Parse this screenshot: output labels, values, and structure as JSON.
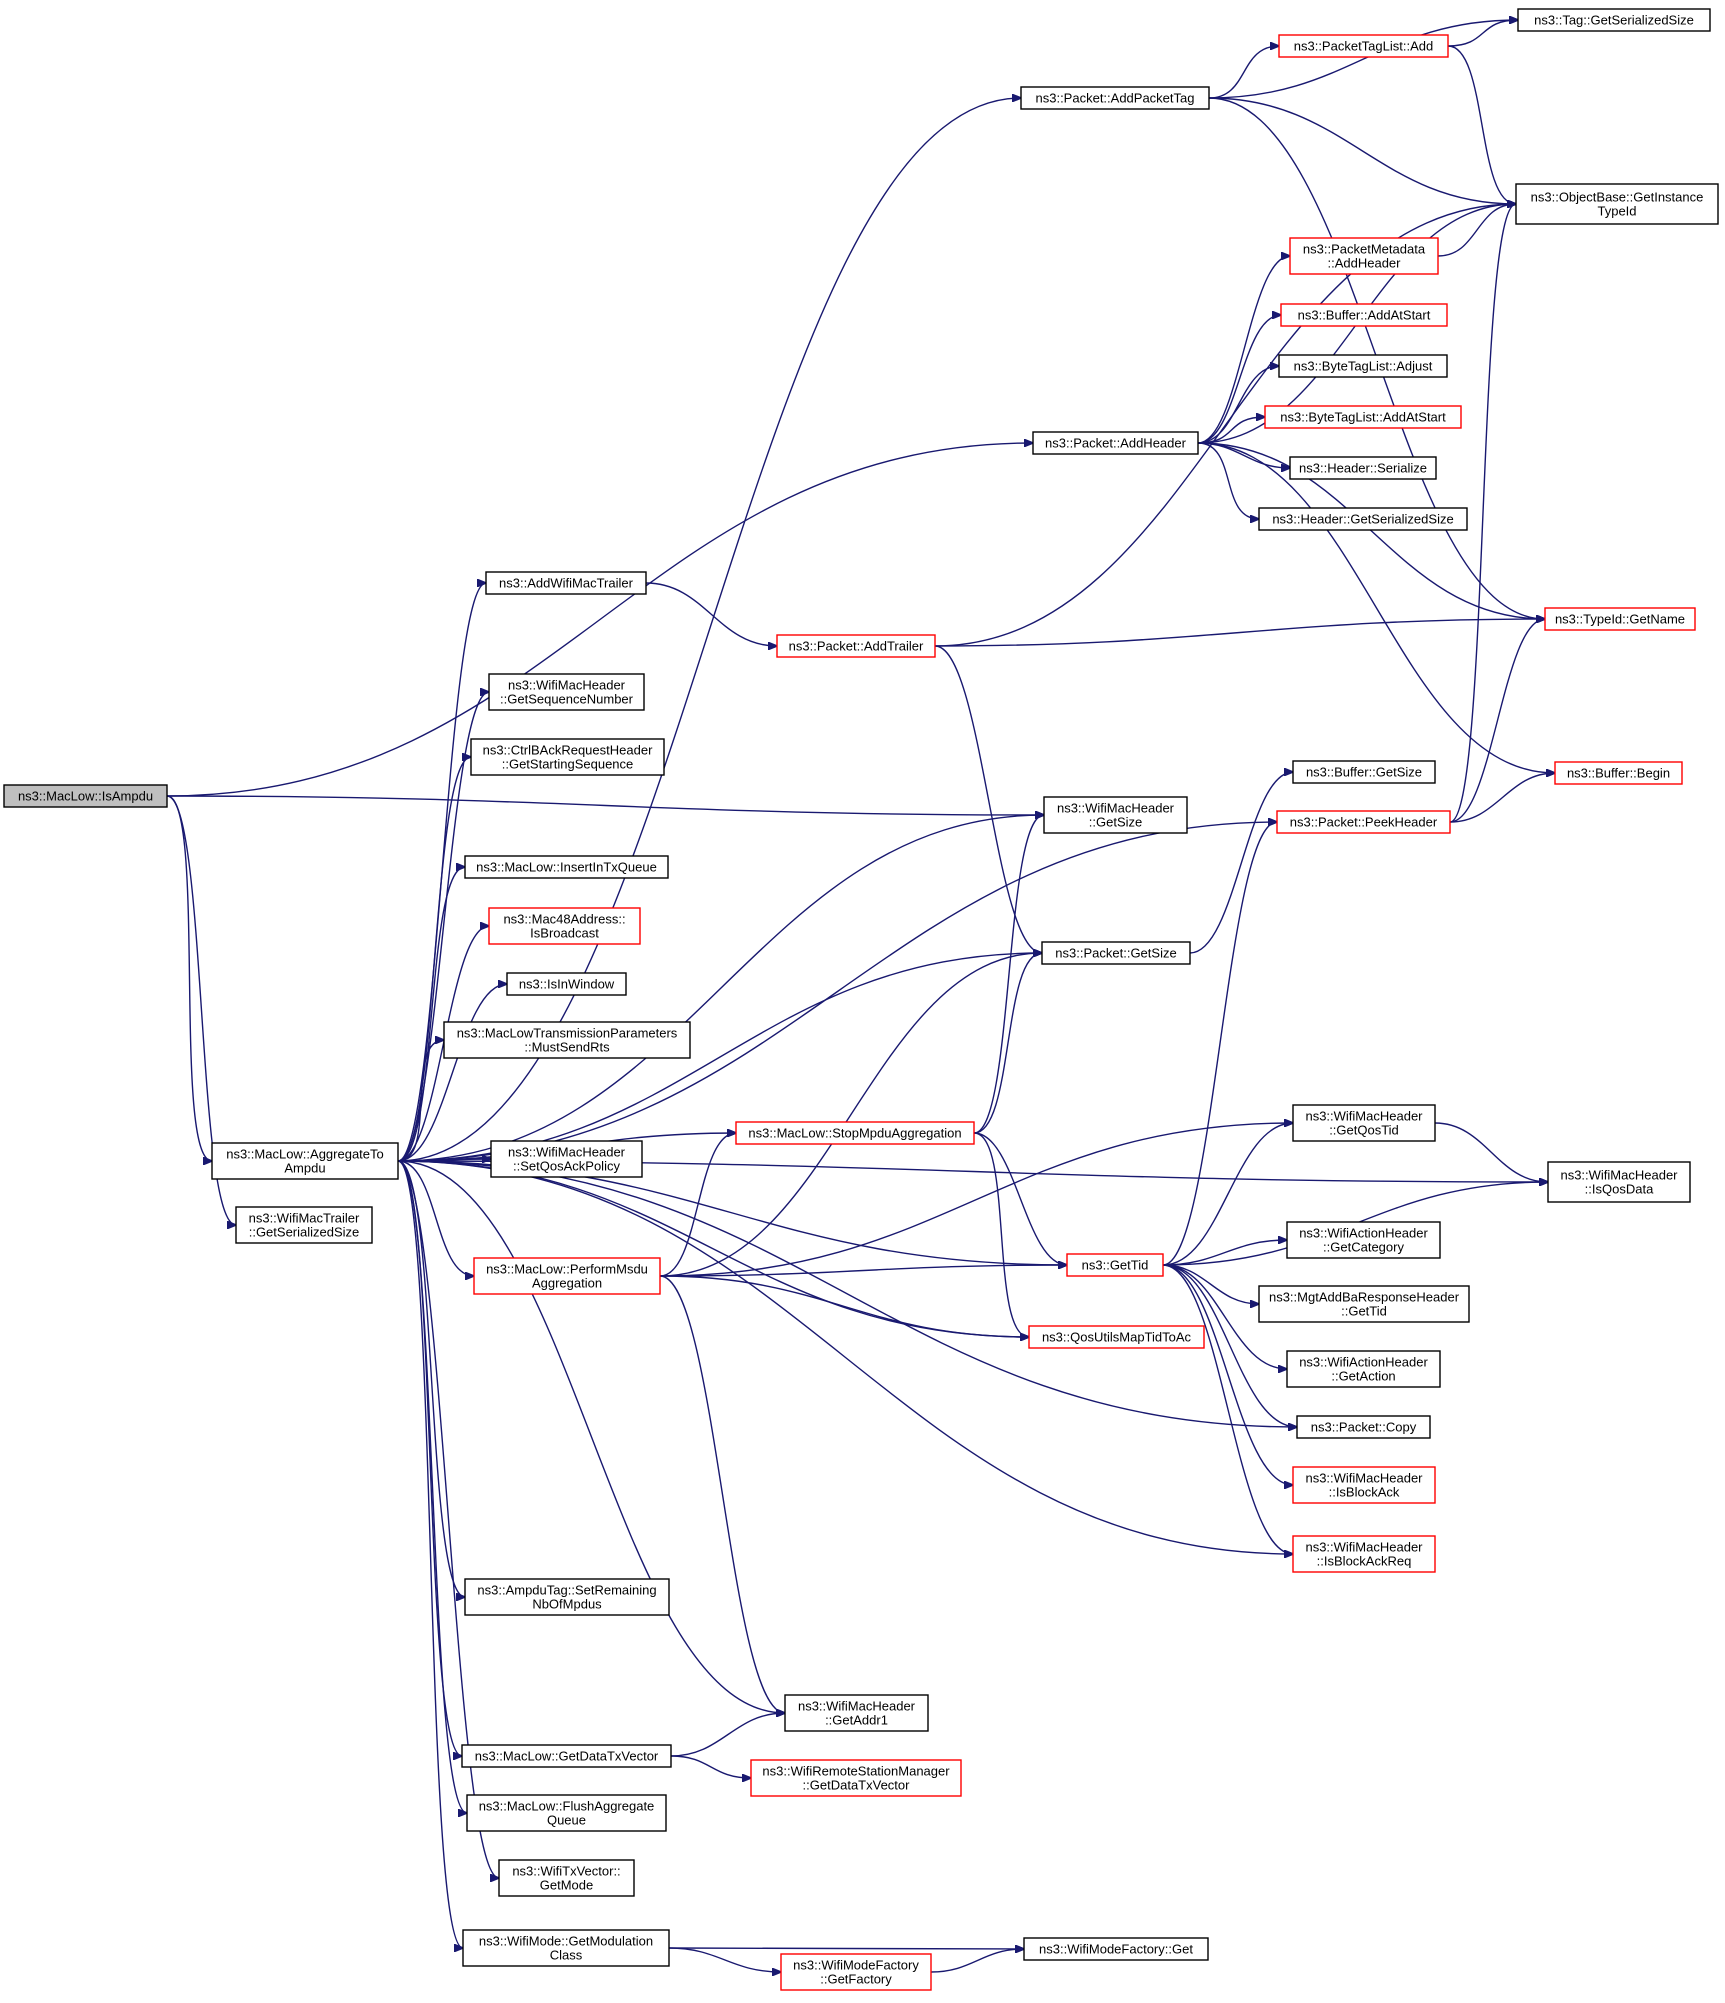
{
  "nodes": [
    {
      "id": "root",
      "lines": [
        "ns3::MacLow::IsAmpdu"
      ],
      "style": "root"
    },
    {
      "id": "agg",
      "lines": [
        "ns3::MacLow::AggregateTo",
        "Ampdu"
      ],
      "style": "black"
    },
    {
      "id": "wmt_gss",
      "lines": [
        "ns3::WifiMacTrailer",
        "::GetSerializedSize"
      ],
      "style": "black"
    },
    {
      "id": "add_wifi_trailer",
      "lines": [
        "ns3::AddWifiMacTrailer"
      ],
      "style": "black"
    },
    {
      "id": "wmh_getseq",
      "lines": [
        "ns3::WifiMacHeader",
        "::GetSequenceNumber"
      ],
      "style": "black"
    },
    {
      "id": "ctrlback",
      "lines": [
        "ns3::CtrlBAckRequestHeader",
        "::GetStartingSequence"
      ],
      "style": "black"
    },
    {
      "id": "insertq",
      "lines": [
        "ns3::MacLow::InsertInTxQueue"
      ],
      "style": "black"
    },
    {
      "id": "mac48",
      "lines": [
        "ns3::Mac48Address::",
        "IsBroadcast"
      ],
      "style": "red"
    },
    {
      "id": "isinwindow",
      "lines": [
        "ns3::IsInWindow"
      ],
      "style": "black"
    },
    {
      "id": "mustsendrts",
      "lines": [
        "ns3::MacLowTransmissionParameters",
        "::MustSendRts"
      ],
      "style": "black"
    },
    {
      "id": "setqosack",
      "lines": [
        "ns3::WifiMacHeader",
        "::SetQosAckPolicy"
      ],
      "style": "black"
    },
    {
      "id": "perfmsdu",
      "lines": [
        "ns3::MacLow::PerformMsdu",
        "Aggregation"
      ],
      "style": "red"
    },
    {
      "id": "ampdutag",
      "lines": [
        "ns3::AmpduTag::SetRemaining",
        "NbOfMpdus"
      ],
      "style": "black"
    },
    {
      "id": "getdatatx",
      "lines": [
        "ns3::MacLow::GetDataTxVector"
      ],
      "style": "black"
    },
    {
      "id": "flushagg",
      "lines": [
        "ns3::MacLow::FlushAggregate",
        "Queue"
      ],
      "style": "black"
    },
    {
      "id": "txvec_getmode",
      "lines": [
        "ns3::WifiTxVector::",
        "GetMode"
      ],
      "style": "black"
    },
    {
      "id": "getmodclass",
      "lines": [
        "ns3::WifiMode::GetModulation",
        "Class"
      ],
      "style": "black"
    },
    {
      "id": "addpackettag",
      "lines": [
        "ns3::Packet::AddPacketTag"
      ],
      "style": "black"
    },
    {
      "id": "addheader",
      "lines": [
        "ns3::Packet::AddHeader"
      ],
      "style": "black"
    },
    {
      "id": "wmh_getsize",
      "lines": [
        "ns3::WifiMacHeader",
        "::GetSize"
      ],
      "style": "black"
    },
    {
      "id": "pkt_getsize",
      "lines": [
        "ns3::Packet::GetSize"
      ],
      "style": "black"
    },
    {
      "id": "addtrailer",
      "lines": [
        "ns3::Packet::AddTrailer"
      ],
      "style": "red"
    },
    {
      "id": "stopmpdu",
      "lines": [
        "ns3::MacLow::StopMpduAggregation"
      ],
      "style": "red"
    },
    {
      "id": "gettid",
      "lines": [
        "ns3::GetTid"
      ],
      "style": "red"
    },
    {
      "id": "qosmap",
      "lines": [
        "ns3::QosUtilsMapTidToAc"
      ],
      "style": "red"
    },
    {
      "id": "getaddr1",
      "lines": [
        "ns3::WifiMacHeader",
        "::GetAddr1"
      ],
      "style": "black"
    },
    {
      "id": "wrsm_getdatatx",
      "lines": [
        "ns3::WifiRemoteStationManager",
        "::GetDataTxVector"
      ],
      "style": "red"
    },
    {
      "id": "wmf_getfactory",
      "lines": [
        "ns3::WifiModeFactory",
        "::GetFactory"
      ],
      "style": "red"
    },
    {
      "id": "wmf_get",
      "lines": [
        "ns3::WifiModeFactory::Get"
      ],
      "style": "black"
    },
    {
      "id": "ptl_add",
      "lines": [
        "ns3::PacketTagList::Add"
      ],
      "style": "red"
    },
    {
      "id": "pm_addheader",
      "lines": [
        "ns3::PacketMetadata",
        "::AddHeader"
      ],
      "style": "red"
    },
    {
      "id": "buf_addatstart",
      "lines": [
        "ns3::Buffer::AddAtStart"
      ],
      "style": "red"
    },
    {
      "id": "btl_adjust",
      "lines": [
        "ns3::ByteTagList::Adjust"
      ],
      "style": "black"
    },
    {
      "id": "btl_addatstart",
      "lines": [
        "ns3::ByteTagList::AddAtStart"
      ],
      "style": "red"
    },
    {
      "id": "hdr_serialize",
      "lines": [
        "ns3::Header::Serialize"
      ],
      "style": "black"
    },
    {
      "id": "hdr_gss",
      "lines": [
        "ns3::Header::GetSerializedSize"
      ],
      "style": "black"
    },
    {
      "id": "buf_getsize",
      "lines": [
        "ns3::Buffer::GetSize"
      ],
      "style": "black"
    },
    {
      "id": "peekheader",
      "lines": [
        "ns3::Packet::PeekHeader"
      ],
      "style": "red"
    },
    {
      "id": "wmh_getqostid",
      "lines": [
        "ns3::WifiMacHeader",
        "::GetQosTid"
      ],
      "style": "black"
    },
    {
      "id": "wah_getcat",
      "lines": [
        "ns3::WifiActionHeader",
        "::GetCategory"
      ],
      "style": "black"
    },
    {
      "id": "mgtaddba",
      "lines": [
        "ns3::MgtAddBaResponseHeader",
        "::GetTid"
      ],
      "style": "black"
    },
    {
      "id": "wah_getaction",
      "lines": [
        "ns3::WifiActionHeader",
        "::GetAction"
      ],
      "style": "black"
    },
    {
      "id": "pkt_copy",
      "lines": [
        "ns3::Packet::Copy"
      ],
      "style": "black"
    },
    {
      "id": "wmh_isblockack",
      "lines": [
        "ns3::WifiMacHeader",
        "::IsBlockAck"
      ],
      "style": "red"
    },
    {
      "id": "wmh_isblockackreq",
      "lines": [
        "ns3::WifiMacHeader",
        "::IsBlockAckReq"
      ],
      "style": "red"
    },
    {
      "id": "tag_gss",
      "lines": [
        "ns3::Tag::GetSerializedSize"
      ],
      "style": "black"
    },
    {
      "id": "ob_getinst",
      "lines": [
        "ns3::ObjectBase::GetInstance",
        "TypeId"
      ],
      "style": "black"
    },
    {
      "id": "typeid_getname",
      "lines": [
        "ns3::TypeId::GetName"
      ],
      "style": "red"
    },
    {
      "id": "buf_begin",
      "lines": [
        "ns3::Buffer::Begin"
      ],
      "style": "red"
    },
    {
      "id": "wmh_isqosdata",
      "lines": [
        "ns3::WifiMacHeader",
        "::IsQosData"
      ],
      "style": "black"
    }
  ],
  "edges": [
    [
      "root",
      "agg"
    ],
    [
      "root",
      "wmt_gss"
    ],
    [
      "root",
      "addheader"
    ],
    [
      "root",
      "wmh_getsize"
    ],
    [
      "agg",
      "add_wifi_trailer"
    ],
    [
      "agg",
      "wmh_getseq"
    ],
    [
      "agg",
      "ctrlback"
    ],
    [
      "agg",
      "insertq"
    ],
    [
      "agg",
      "mac48"
    ],
    [
      "agg",
      "isinwindow"
    ],
    [
      "agg",
      "mustsendrts"
    ],
    [
      "agg",
      "setqosack"
    ],
    [
      "agg",
      "perfmsdu"
    ],
    [
      "agg",
      "ampdutag"
    ],
    [
      "agg",
      "getdatatx"
    ],
    [
      "agg",
      "flushagg"
    ],
    [
      "agg",
      "txvec_getmode"
    ],
    [
      "agg",
      "getmodclass"
    ],
    [
      "agg",
      "addpackettag"
    ],
    [
      "agg",
      "pkt_getsize"
    ],
    [
      "agg",
      "wmh_getsize"
    ],
    [
      "agg",
      "peekheader"
    ],
    [
      "agg",
      "stopmpdu"
    ],
    [
      "agg",
      "gettid"
    ],
    [
      "agg",
      "qosmap"
    ],
    [
      "agg",
      "pkt_copy"
    ],
    [
      "agg",
      "wmh_isblockackreq"
    ],
    [
      "agg",
      "wmh_isqosdata"
    ],
    [
      "agg",
      "getaddr1"
    ],
    [
      "add_wifi_trailer",
      "addtrailer"
    ],
    [
      "addtrailer",
      "pkt_getsize"
    ],
    [
      "addtrailer",
      "typeid_getname"
    ],
    [
      "addtrailer",
      "ob_getinst"
    ],
    [
      "perfmsdu",
      "stopmpdu"
    ],
    [
      "perfmsdu",
      "pkt_getsize"
    ],
    [
      "perfmsdu",
      "gettid"
    ],
    [
      "perfmsdu",
      "qosmap"
    ],
    [
      "perfmsdu",
      "getaddr1"
    ],
    [
      "perfmsdu",
      "wmh_getqostid"
    ],
    [
      "stopmpdu",
      "pkt_getsize"
    ],
    [
      "stopmpdu",
      "wmh_getsize"
    ],
    [
      "stopmpdu",
      "gettid"
    ],
    [
      "stopmpdu",
      "qosmap"
    ],
    [
      "getdatatx",
      "getaddr1"
    ],
    [
      "getdatatx",
      "wrsm_getdatatx"
    ],
    [
      "getmodclass",
      "wmf_get"
    ],
    [
      "getmodclass",
      "wmf_getfactory"
    ],
    [
      "wmf_getfactory",
      "wmf_get"
    ],
    [
      "addpackettag",
      "tag_gss"
    ],
    [
      "addpackettag",
      "ptl_add"
    ],
    [
      "addpackettag",
      "ob_getinst"
    ],
    [
      "addpackettag",
      "typeid_getname"
    ],
    [
      "ptl_add",
      "tag_gss"
    ],
    [
      "ptl_add",
      "ob_getinst"
    ],
    [
      "addheader",
      "pm_addheader"
    ],
    [
      "addheader",
      "buf_addatstart"
    ],
    [
      "addheader",
      "btl_adjust"
    ],
    [
      "addheader",
      "btl_addatstart"
    ],
    [
      "addheader",
      "hdr_serialize"
    ],
    [
      "addheader",
      "hdr_gss"
    ],
    [
      "addheader",
      "typeid_getname"
    ],
    [
      "addheader",
      "buf_begin"
    ],
    [
      "addheader",
      "ob_getinst"
    ],
    [
      "pm_addheader",
      "ob_getinst"
    ],
    [
      "pkt_getsize",
      "buf_getsize"
    ],
    [
      "peekheader",
      "buf_begin"
    ],
    [
      "peekheader",
      "typeid_getname"
    ],
    [
      "peekheader",
      "ob_getinst"
    ],
    [
      "gettid",
      "peekheader"
    ],
    [
      "gettid",
      "wmh_getqostid"
    ],
    [
      "gettid",
      "wmh_isqosdata"
    ],
    [
      "gettid",
      "wah_getcat"
    ],
    [
      "gettid",
      "mgtaddba"
    ],
    [
      "gettid",
      "wah_getaction"
    ],
    [
      "gettid",
      "pkt_copy"
    ],
    [
      "gettid",
      "wmh_isblockack"
    ],
    [
      "gettid",
      "wmh_isblockackreq"
    ],
    [
      "wmh_getqostid",
      "wmh_isqosdata"
    ]
  ]
}
